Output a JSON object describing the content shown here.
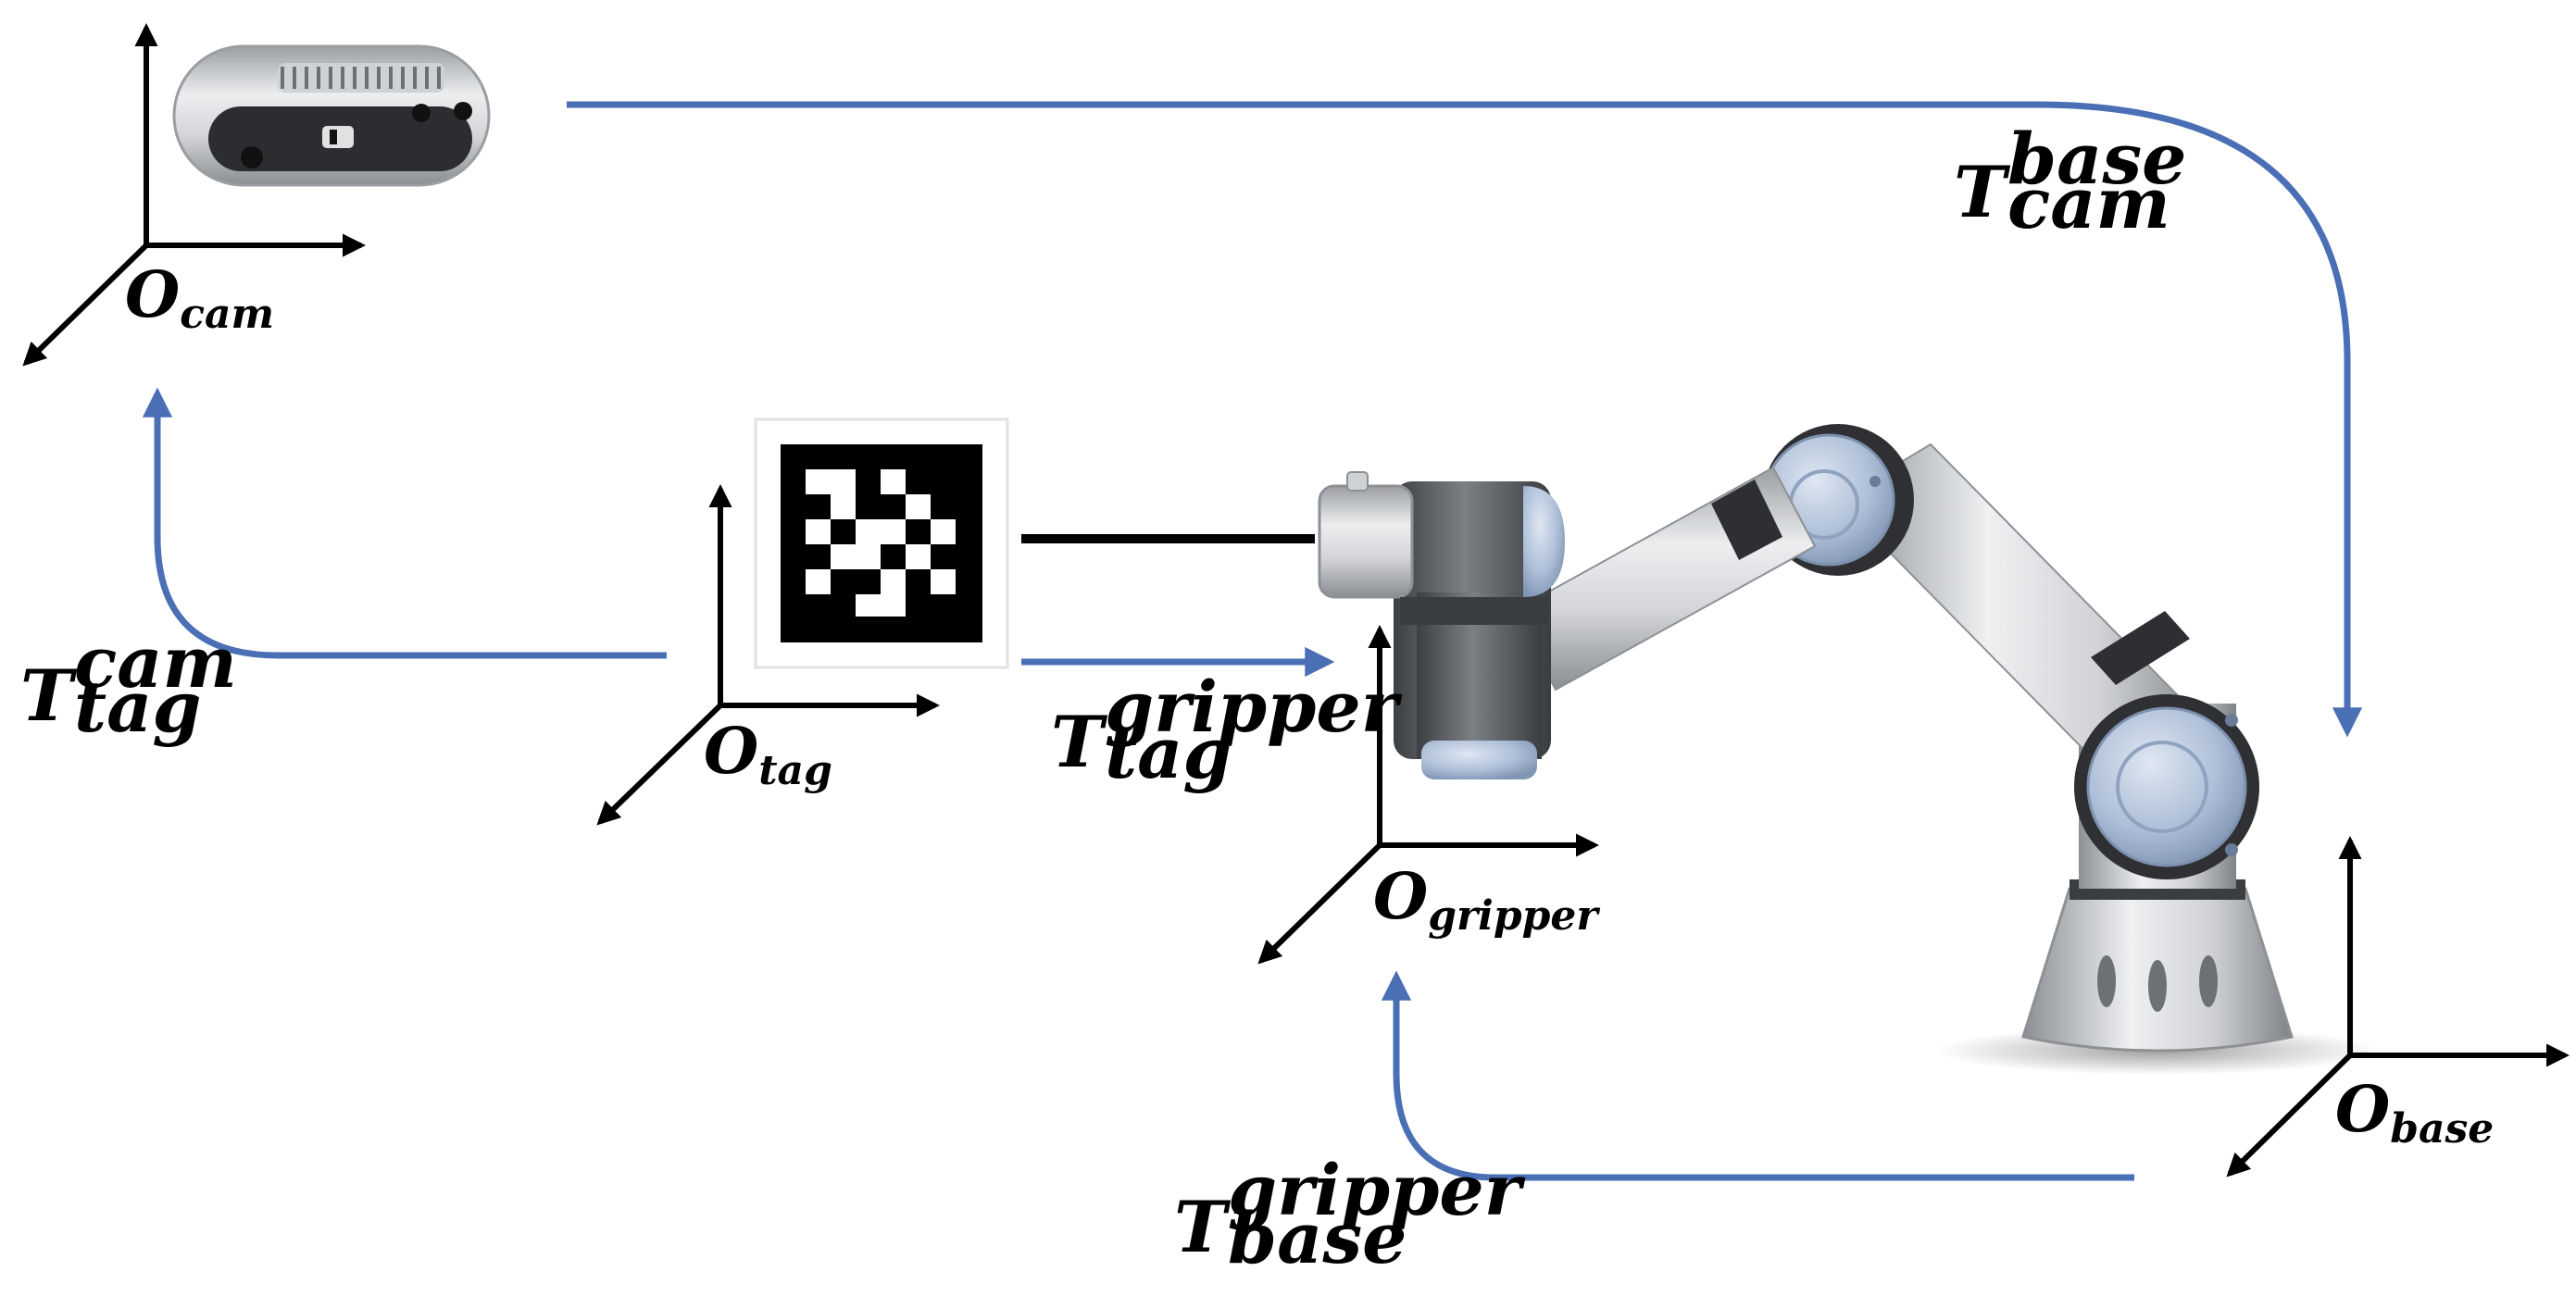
{
  "frames": {
    "cam": {
      "symbol": "O",
      "sub": "cam"
    },
    "tag": {
      "symbol": "O",
      "sub": "tag"
    },
    "gripper": {
      "symbol": "O",
      "sub": "gripper"
    },
    "base": {
      "symbol": "O",
      "sub": "base"
    }
  },
  "transforms": {
    "cam_to_base": {
      "symbol": "T",
      "sup": "base",
      "sub": "cam"
    },
    "tag_to_cam": {
      "symbol": "T",
      "sup": "cam",
      "sub": "tag"
    },
    "tag_to_gripper": {
      "symbol": "T",
      "sup": "gripper",
      "sub": "tag"
    },
    "base_to_gripper": {
      "symbol": "T",
      "sup": "gripper",
      "sub": "base"
    }
  },
  "colors": {
    "transform_arrow": "#4a6fb5",
    "axis": "#000000",
    "robot_blue": "#a9bcd6",
    "robot_silver": "#c4c6c9",
    "robot_dark": "#55595d"
  }
}
